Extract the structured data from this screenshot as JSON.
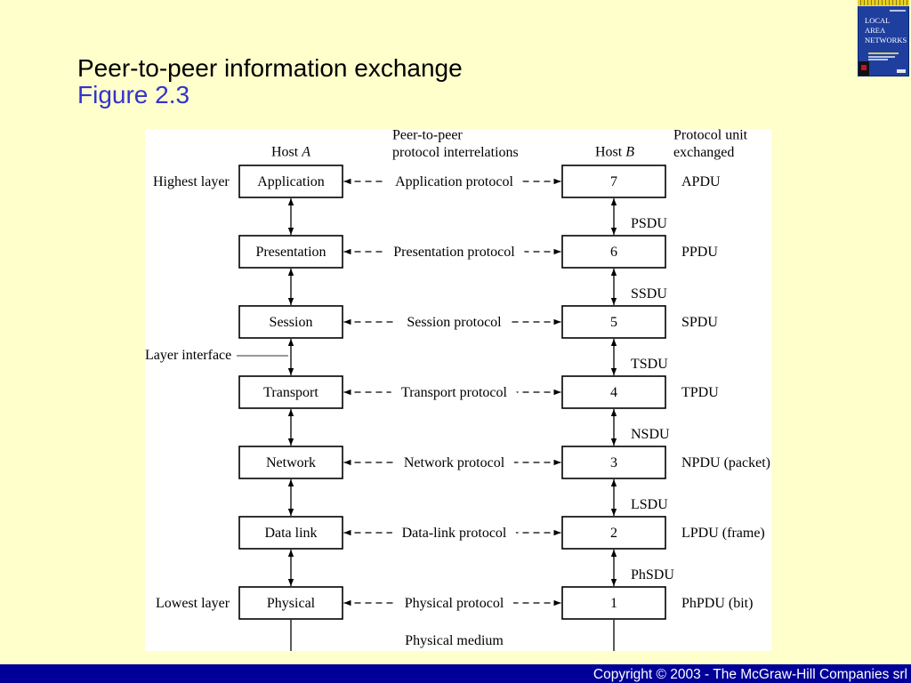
{
  "colors": {
    "background": "#FFFFCC",
    "title": "#000000",
    "figure_label": "#3333CC",
    "footer_bar": "#000099",
    "footer_text": "#FFFFFF",
    "book_cover": "#1F3F9F",
    "book_cover_band": "#E9CF1E"
  },
  "slide": {
    "title": "Peer-to-peer information exchange",
    "figure_label": "Figure 2.3"
  },
  "book_cover": {
    "title_lines": [
      "LOCAL",
      "AREA",
      "NETWORKS"
    ]
  },
  "diagram": {
    "host_a": {
      "prefix": "Host",
      "letter": "A"
    },
    "host_b": {
      "prefix": "Host",
      "letter": "B"
    },
    "peer_header": [
      "Peer-to-peer",
      "protocol interrelations"
    ],
    "unit_header": [
      "Protocol unit",
      "exchanged"
    ],
    "highest_layer": "Highest layer",
    "lowest_layer": "Lowest layer",
    "layer_interface": "Layer interface",
    "physical_medium": "Physical medium",
    "layers": [
      {
        "name": "Application",
        "number": "7",
        "protocol": "Application protocol",
        "pdu": "APDU"
      },
      {
        "name": "Presentation",
        "number": "6",
        "protocol": "Presentation protocol",
        "pdu": "PPDU"
      },
      {
        "name": "Session",
        "number": "5",
        "protocol": "Session protocol",
        "pdu": "SPDU"
      },
      {
        "name": "Transport",
        "number": "4",
        "protocol": "Transport protocol",
        "pdu": "TPDU"
      },
      {
        "name": "Network",
        "number": "3",
        "protocol": "Network protocol",
        "pdu": "NPDU (packet)"
      },
      {
        "name": "Data link",
        "number": "2",
        "protocol": "Data-link protocol",
        "pdu": "LPDU (frame)"
      },
      {
        "name": "Physical",
        "number": "1",
        "protocol": "Physical protocol",
        "pdu": "PhPDU (bit)"
      }
    ],
    "sdus": [
      "PSDU",
      "SSDU",
      "TSDU",
      "NSDU",
      "LSDU",
      "PhSDU"
    ]
  },
  "footer": {
    "copyright": "Copyright © 2003 - The McGraw-Hill Companies srl"
  }
}
